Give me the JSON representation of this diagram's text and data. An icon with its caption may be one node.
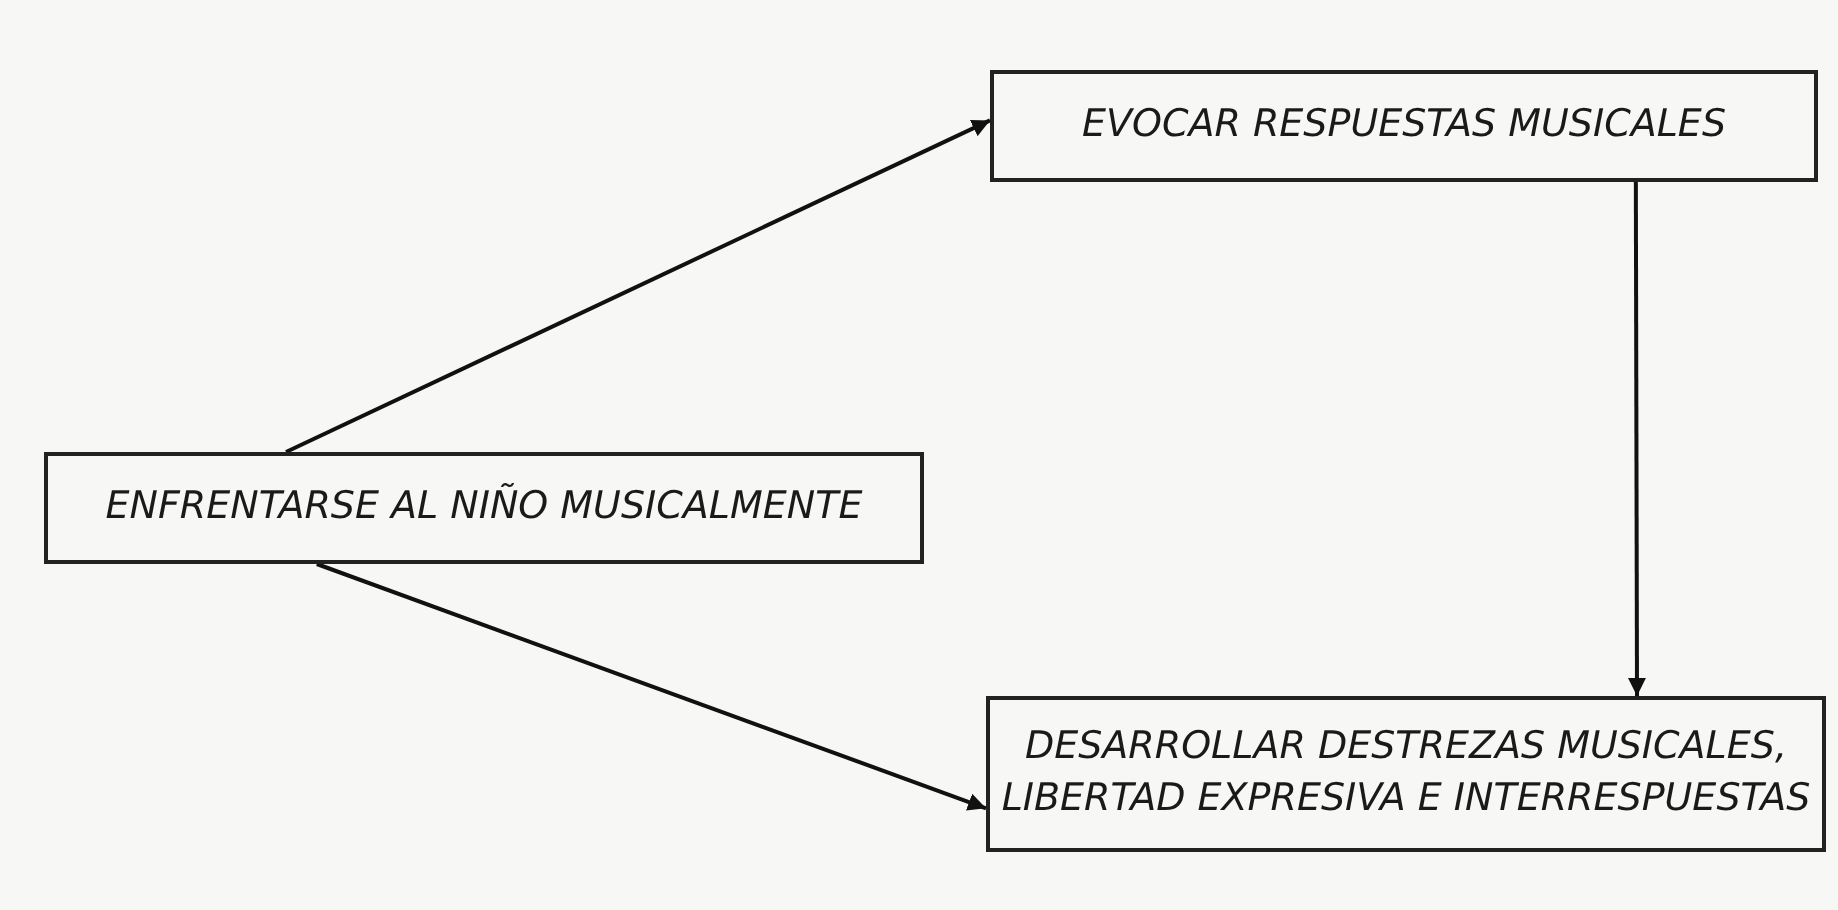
{
  "diagram": {
    "nodes": [
      {
        "text": [
          "EVOCAR RESPUESTAS MUSICALES"
        ]
      },
      {
        "text": [
          "ENFRENTARSE AL NIÑO MUSICALMENTE"
        ]
      },
      {
        "text": [
          "DESARROLLAR DESTREZAS MUSICALES, LIBERTAD EXPRESIVA E INTERRESPUESTAS"
        ]
      }
    ],
    "edges": [
      {
        "from": 1,
        "to": 0,
        "arrow": "to"
      },
      {
        "from": 0,
        "to": 2,
        "arrow": "to"
      },
      {
        "from": 1,
        "to": 2,
        "arrow": "to"
      }
    ]
  }
}
